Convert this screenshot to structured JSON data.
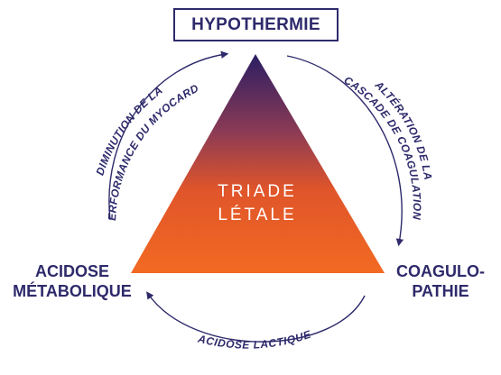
{
  "title_node": {
    "label": "HYPOTHERMIE"
  },
  "left_node": {
    "line1": "ACIDOSE",
    "line2": "MÉTABOLIQUE"
  },
  "right_node": {
    "line1": "COAGULO-",
    "line2": "PATHIE"
  },
  "center": {
    "line1": "TRIADE",
    "line2": "LÉTALE"
  },
  "arc_labels": {
    "left_line1": "DIMINUTION DE LA",
    "left_line2": "PERFORMANCE DU MYOCARDE",
    "right_line1": "ALTÉRATION DE LA",
    "right_line2": "CASCADE DE COAGULATION",
    "bottom": "ACIDOSE LACTIQUE"
  },
  "colors": {
    "navy": "#2e2a6b",
    "triangle_top": "#2b1e63",
    "triangle_mid": "#d9522c",
    "triangle_bottom": "#f26522",
    "center_text": "#ffffff"
  }
}
